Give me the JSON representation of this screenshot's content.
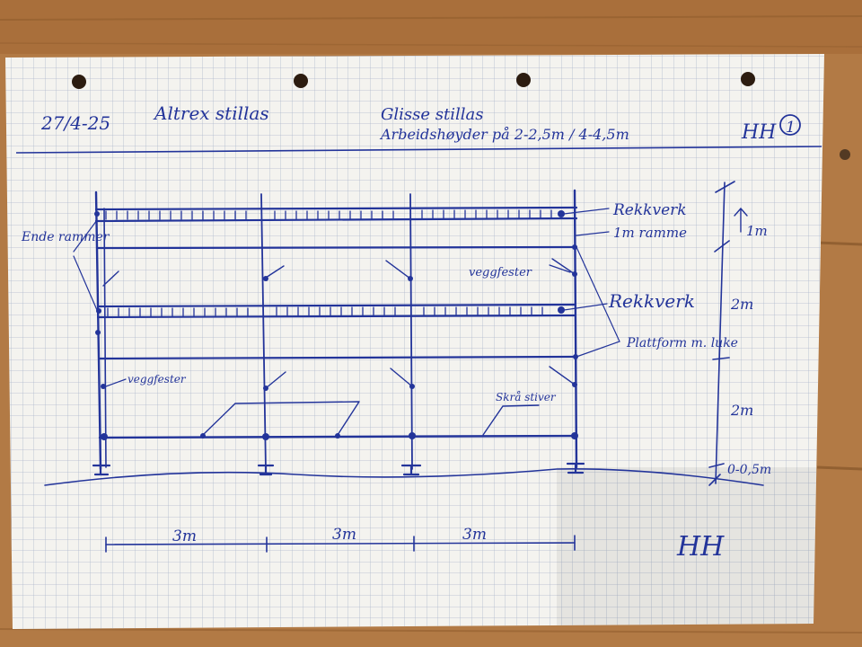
{
  "colors": {
    "ink": "#23349a",
    "paper": "#f4f3ef",
    "grid": "#aeb8cc",
    "wood": "#b27a45"
  },
  "header": {
    "date": "27/4-25",
    "title": "Altrex stillas",
    "subtitle": "Glisse stillas",
    "working_heights": "Arbeidshøyder på 2-2,5m / 4-4,5m",
    "sheet_number": "1",
    "signature": "HH"
  },
  "labels": {
    "ende_rammer": "Ende rammer",
    "rekkverk_top": "Rekkverk",
    "ramme_1m": "1m ramme",
    "veggfester_right": "veggfester",
    "rekkverk_mid": "Rekkverk",
    "plattform": "Plattform m. luke",
    "veggfester_left": "veggfester",
    "skra_stiver": "Skrå stiver"
  },
  "dimensions": {
    "heights": [
      "1m",
      "2m",
      "2m",
      "0-0,5m"
    ],
    "spans": [
      "3m",
      "3m",
      "3m"
    ]
  }
}
